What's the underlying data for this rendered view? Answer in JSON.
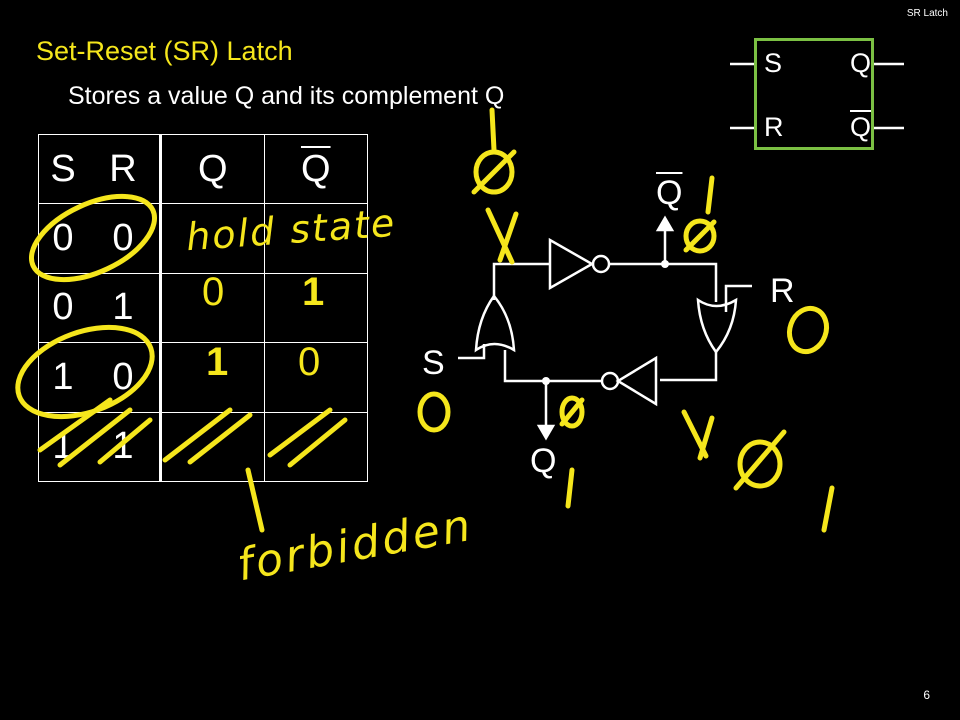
{
  "header": {
    "label": "SR Latch"
  },
  "title": "Set-Reset (SR) Latch",
  "subtitle": {
    "prefix": "Stores a value Q and its complement ",
    "complement": "Q"
  },
  "truth_table": {
    "headers": [
      "S",
      "R",
      "Q",
      "Q"
    ],
    "rows": [
      [
        "0",
        "0",
        "",
        ""
      ],
      [
        "0",
        "1",
        "",
        ""
      ],
      [
        "1",
        "0",
        "",
        ""
      ],
      [
        "1",
        "1",
        "",
        ""
      ]
    ]
  },
  "sr_box": {
    "s": "S",
    "r": "R",
    "q": "Q",
    "qbar": "Q"
  },
  "circuit": {
    "s": "S",
    "r": "R",
    "q": "Q",
    "qbar": "Q"
  },
  "annotations": {
    "hold": "hold state",
    "forbidden": "forbidden",
    "q_01": "0",
    "qbar_01": "1",
    "q_10": "1",
    "qbar_10": "0",
    "s_val": "0",
    "r_val": "0",
    "q_out": "1",
    "qbar_out": "1",
    "qbar_top": "1"
  },
  "colors": {
    "ink": "#f5e61c",
    "box": "#7bc043",
    "text": "#ffffff",
    "background": "#000000"
  },
  "page_number": "6"
}
